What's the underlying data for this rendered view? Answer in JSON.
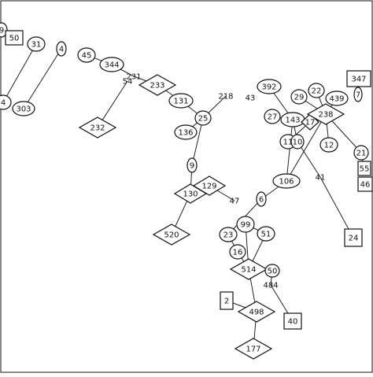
{
  "nodes": [
    {
      "id": "n9top",
      "label": "9",
      "shape": "ellipse"
    },
    {
      "id": "n50",
      "label": "50",
      "shape": "rect"
    },
    {
      "id": "n31",
      "label": "31",
      "shape": "ellipse"
    },
    {
      "id": "n4",
      "label": "4",
      "shape": "ellipse"
    },
    {
      "id": "n4b",
      "label": "4",
      "shape": "ellipse"
    },
    {
      "id": "n303",
      "label": "303",
      "shape": "ellipse"
    },
    {
      "id": "n45",
      "label": "45",
      "shape": "ellipse"
    },
    {
      "id": "n344",
      "label": "344",
      "shape": "ellipse"
    },
    {
      "id": "n54",
      "label": "54",
      "shape": "text"
    },
    {
      "id": "n231",
      "label": "231",
      "shape": "text"
    },
    {
      "id": "n233",
      "label": "233",
      "shape": "diamond"
    },
    {
      "id": "n232",
      "label": "232",
      "shape": "diamond"
    },
    {
      "id": "n131",
      "label": "131",
      "shape": "ellipse"
    },
    {
      "id": "n218",
      "label": "218",
      "shape": "text"
    },
    {
      "id": "n43",
      "label": "43",
      "shape": "text"
    },
    {
      "id": "n25",
      "label": "25",
      "shape": "ellipse"
    },
    {
      "id": "n136",
      "label": "136",
      "shape": "ellipse"
    },
    {
      "id": "n392",
      "label": "392",
      "shape": "ellipse"
    },
    {
      "id": "n29",
      "label": "29",
      "shape": "ellipse"
    },
    {
      "id": "n22",
      "label": "22",
      "shape": "ellipse"
    },
    {
      "id": "n347",
      "label": "347",
      "shape": "rect"
    },
    {
      "id": "n439",
      "label": "439",
      "shape": "ellipse"
    },
    {
      "id": "n7",
      "label": "7",
      "shape": "ellipse"
    },
    {
      "id": "n27",
      "label": "27",
      "shape": "ellipse"
    },
    {
      "id": "n143",
      "label": "143",
      "shape": "ellipse"
    },
    {
      "id": "n17",
      "label": "17",
      "shape": "diamond"
    },
    {
      "id": "n238",
      "label": "238",
      "shape": "diamond"
    },
    {
      "id": "n11",
      "label": "11",
      "shape": "ellipse"
    },
    {
      "id": "n10",
      "label": "10",
      "shape": "ellipse"
    },
    {
      "id": "n12",
      "label": "12",
      "shape": "ellipse"
    },
    {
      "id": "n21",
      "label": "21",
      "shape": "ellipse"
    },
    {
      "id": "n55",
      "label": "55",
      "shape": "rect"
    },
    {
      "id": "n46",
      "label": "46",
      "shape": "rect"
    },
    {
      "id": "n9",
      "label": "9",
      "shape": "ellipse"
    },
    {
      "id": "n129",
      "label": "129",
      "shape": "diamond"
    },
    {
      "id": "n130",
      "label": "130",
      "shape": "diamond"
    },
    {
      "id": "n106",
      "label": "106",
      "shape": "ellipse"
    },
    {
      "id": "n41",
      "label": "41",
      "shape": "text"
    },
    {
      "id": "n47",
      "label": "47",
      "shape": "text"
    },
    {
      "id": "n6",
      "label": "6",
      "shape": "ellipse"
    },
    {
      "id": "n99",
      "label": "99",
      "shape": "ellipse"
    },
    {
      "id": "n23",
      "label": "23",
      "shape": "ellipse"
    },
    {
      "id": "n51",
      "label": "51",
      "shape": "ellipse"
    },
    {
      "id": "n520",
      "label": "520",
      "shape": "diamond"
    },
    {
      "id": "n24",
      "label": "24",
      "shape": "rect"
    },
    {
      "id": "n16",
      "label": "16",
      "shape": "ellipse"
    },
    {
      "id": "n514",
      "label": "514",
      "shape": "diamond"
    },
    {
      "id": "n50b",
      "label": "50",
      "shape": "ellipse"
    },
    {
      "id": "n484",
      "label": "484",
      "shape": "text"
    },
    {
      "id": "n2",
      "label": "2",
      "shape": "rect"
    },
    {
      "id": "n498",
      "label": "498",
      "shape": "diamond"
    },
    {
      "id": "n40",
      "label": "40",
      "shape": "rect"
    },
    {
      "id": "n177",
      "label": "177",
      "shape": "diamond"
    }
  ],
  "edges": [
    [
      "n50",
      "n9top"
    ],
    [
      "n4",
      "n303"
    ],
    [
      "n31",
      "n4b"
    ],
    [
      "n45",
      "n344"
    ],
    [
      "n344",
      "n231"
    ],
    [
      "n231",
      "n233"
    ],
    [
      "n54",
      "n232"
    ],
    [
      "n233",
      "n131"
    ],
    [
      "n131",
      "n25"
    ],
    [
      "n25",
      "n218"
    ],
    [
      "n25",
      "n136"
    ],
    [
      "n25",
      "n9"
    ],
    [
      "n9",
      "n130"
    ],
    [
      "n130",
      "n129"
    ],
    [
      "n130",
      "n520"
    ],
    [
      "n129",
      "n47"
    ],
    [
      "n106",
      "n6"
    ],
    [
      "n106",
      "n143"
    ],
    [
      "n392",
      "n143"
    ],
    [
      "n143",
      "n17"
    ],
    [
      "n27",
      "n143"
    ],
    [
      "n29",
      "n238"
    ],
    [
      "n22",
      "n238"
    ],
    [
      "n439",
      "n238"
    ],
    [
      "n347",
      "n7"
    ],
    [
      "n238",
      "n21"
    ],
    [
      "n21",
      "n55"
    ],
    [
      "n17",
      "n11"
    ],
    [
      "n143",
      "n10"
    ],
    [
      "n238",
      "n12"
    ],
    [
      "n10",
      "n41"
    ],
    [
      "n41",
      "n24"
    ],
    [
      "n238",
      "n106"
    ],
    [
      "n6",
      "n23"
    ],
    [
      "n99",
      "n51"
    ],
    [
      "n23",
      "n16"
    ],
    [
      "n16",
      "n514"
    ],
    [
      "n514",
      "n50b"
    ],
    [
      "n514",
      "n498"
    ],
    [
      "n498",
      "n177"
    ],
    [
      "n2",
      "n498"
    ],
    [
      "n484",
      "n40"
    ],
    [
      "n51",
      "n514"
    ],
    [
      "n99",
      "n514"
    ],
    [
      "n50b",
      "n484"
    ]
  ]
}
